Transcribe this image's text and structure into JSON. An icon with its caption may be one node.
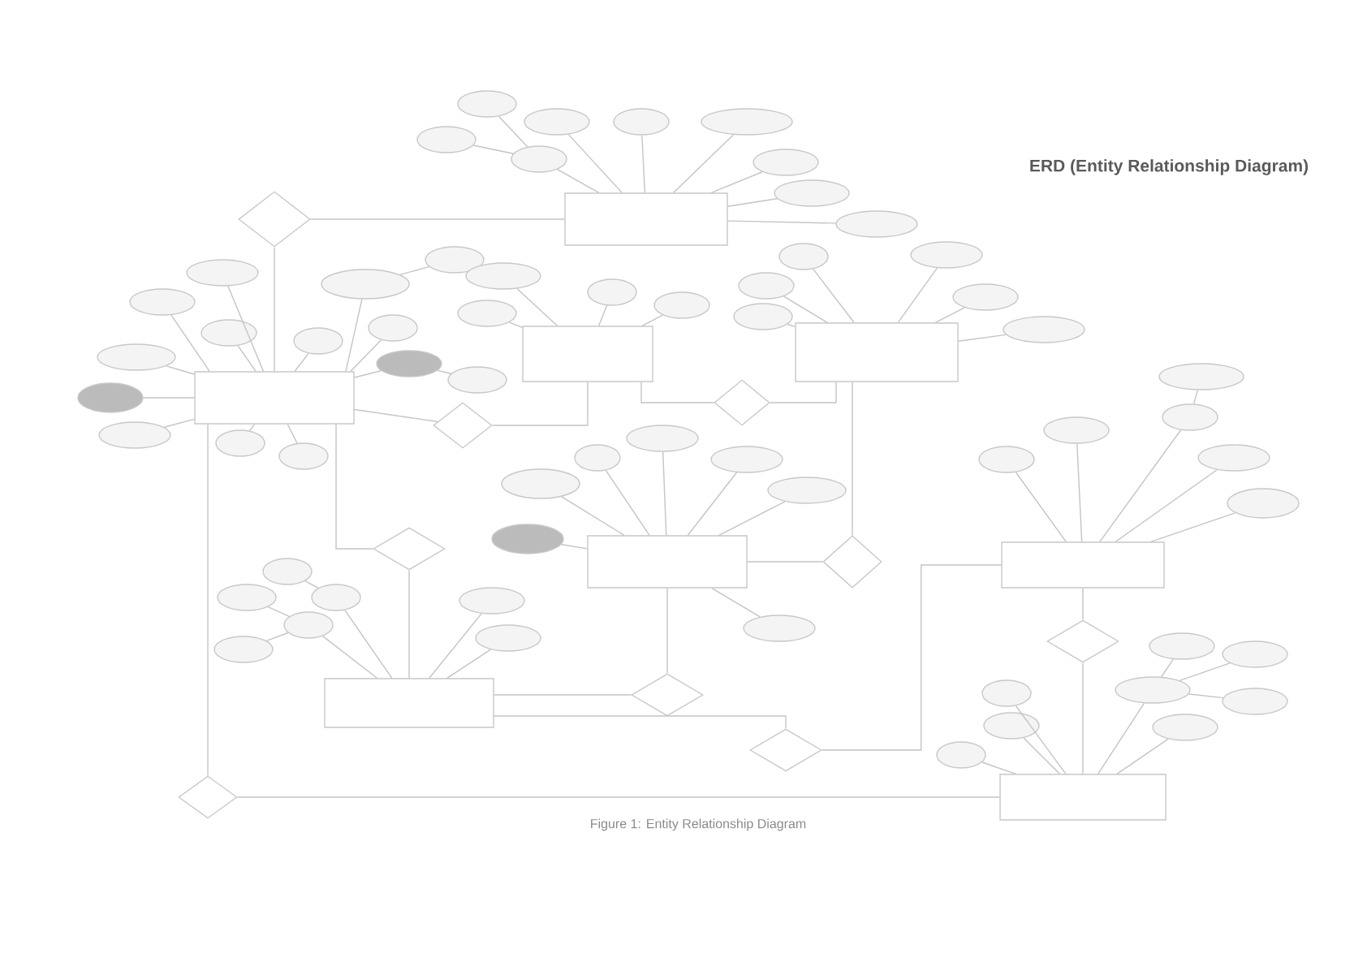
{
  "diagram": {
    "title": "ERD (Entity Relationship Diagram)",
    "caption": "Figure 1: Entity Relationship Diagram",
    "nodes": [
      {
        "text": [],
        "shape": "box"
      },
      {
        "text": [],
        "shape": "box"
      },
      {
        "text": [],
        "shape": "box"
      },
      {
        "text": [],
        "shape": "box"
      },
      {
        "text": [],
        "shape": "box"
      },
      {
        "text": [],
        "shape": "box"
      },
      {
        "text": [],
        "shape": "box"
      },
      {
        "text": [],
        "shape": "box"
      },
      {
        "text": [],
        "shape": "diamond"
      },
      {
        "text": [],
        "shape": "diamond"
      },
      {
        "text": [],
        "shape": "diamond"
      },
      {
        "text": [],
        "shape": "diamond"
      },
      {
        "text": [],
        "shape": "diamond"
      },
      {
        "text": [],
        "shape": "diamond"
      },
      {
        "text": [],
        "shape": "diamond"
      },
      {
        "text": [],
        "shape": "diamond"
      },
      {
        "text": [],
        "shape": "diamond"
      },
      {
        "text": [],
        "shape": "ellipse"
      },
      {
        "text": [],
        "shape": "ellipse"
      },
      {
        "text": [],
        "shape": "ellipse"
      },
      {
        "text": [],
        "shape": "ellipse"
      },
      {
        "text": [],
        "shape": "ellipse"
      },
      {
        "text": [],
        "shape": "ellipse"
      },
      {
        "text": [],
        "shape": "ellipse"
      },
      {
        "text": [],
        "shape": "ellipse"
      },
      {
        "text": [],
        "shape": "ellipse"
      },
      {
        "text": [],
        "shape": "ellipse"
      },
      {
        "text": [],
        "shape": "ellipse"
      },
      {
        "text": [],
        "shape": "ellipse"
      },
      {
        "text": [],
        "shape": "ellipse"
      },
      {
        "text": [],
        "shape": "ellipse"
      },
      {
        "text": [],
        "shape": "ellipse"
      },
      {
        "text": [],
        "shape": "ellipse"
      },
      {
        "text": [],
        "shape": "ellipse"
      },
      {
        "text": [],
        "shape": "ellipse"
      },
      {
        "text": [],
        "shape": "ellipse"
      },
      {
        "text": [],
        "shape": "ellipse"
      },
      {
        "text": [],
        "shape": "ellipse"
      },
      {
        "text": [],
        "shape": "ellipse"
      },
      {
        "text": [],
        "shape": "ellipse"
      },
      {
        "text": [],
        "shape": "ellipse"
      },
      {
        "text": [],
        "shape": "ellipse"
      },
      {
        "text": [],
        "shape": "ellipse"
      },
      {
        "text": [],
        "shape": "ellipse"
      },
      {
        "text": [],
        "shape": "ellipse"
      },
      {
        "text": [],
        "shape": "ellipse"
      },
      {
        "text": [],
        "shape": "ellipse"
      },
      {
        "text": [],
        "shape": "ellipse"
      },
      {
        "text": [],
        "shape": "ellipse"
      },
      {
        "text": [],
        "shape": "ellipse"
      },
      {
        "text": [],
        "shape": "ellipse"
      },
      {
        "text": [],
        "shape": "ellipse"
      },
      {
        "text": [],
        "shape": "ellipse"
      },
      {
        "text": [],
        "shape": "ellipse"
      },
      {
        "text": [],
        "shape": "ellipse"
      },
      {
        "text": [],
        "shape": "ellipse"
      },
      {
        "text": [],
        "shape": "ellipse"
      },
      {
        "text": [],
        "shape": "ellipse"
      },
      {
        "text": [],
        "shape": "ellipse"
      },
      {
        "text": [],
        "shape": "ellipse"
      },
      {
        "text": [],
        "shape": "ellipse"
      },
      {
        "text": [],
        "shape": "ellipse"
      },
      {
        "text": [],
        "shape": "ellipse"
      },
      {
        "text": [],
        "shape": "ellipse"
      },
      {
        "text": [],
        "shape": "ellipse"
      },
      {
        "text": [],
        "shape": "ellipse"
      },
      {
        "text": [],
        "shape": "ellipse"
      },
      {
        "text": [],
        "shape": "ellipse"
      },
      {
        "text": [],
        "shape": "ellipse"
      },
      {
        "text": [],
        "shape": "ellipse"
      },
      {
        "text": [],
        "shape": "ellipse"
      },
      {
        "text": [],
        "shape": "ellipse"
      },
      {
        "text": [],
        "shape": "ellipse"
      },
      {
        "text": [],
        "shape": "ellipse"
      },
      {
        "text": [],
        "shape": "ellipse"
      },
      {
        "text": [],
        "shape": "ellipse"
      },
      {
        "text": [],
        "shape": "ellipse"
      },
      {
        "text": [],
        "shape": "ellipse"
      }
    ],
    "edges": [
      {
        "from": 8,
        "to": 0,
        "arrow": "none"
      },
      {
        "from": 8,
        "to": 1,
        "arrow": "none"
      },
      {
        "from": 1,
        "to": 9,
        "arrow": "none"
      },
      {
        "from": 9,
        "to": 2,
        "arrow": "none"
      },
      {
        "from": 2,
        "to": 10,
        "arrow": "none"
      },
      {
        "from": 10,
        "to": 3,
        "arrow": "none"
      },
      {
        "from": 4,
        "to": 11,
        "arrow": "none"
      },
      {
        "from": 11,
        "to": 3,
        "arrow": "none"
      },
      {
        "from": 1,
        "to": 12,
        "arrow": "none"
      },
      {
        "from": 12,
        "to": 6,
        "arrow": "none"
      },
      {
        "from": 4,
        "to": 13,
        "arrow": "none"
      },
      {
        "from": 13,
        "to": 6,
        "arrow": "none"
      },
      {
        "from": 6,
        "to": 14,
        "arrow": "none"
      },
      {
        "from": 14,
        "to": 5,
        "arrow": "none"
      },
      {
        "from": 1,
        "to": 15,
        "arrow": "none"
      },
      {
        "from": 15,
        "to": 7,
        "arrow": "none"
      },
      {
        "from": 5,
        "to": 16,
        "arrow": "none"
      },
      {
        "from": 16,
        "to": 7,
        "arrow": "none"
      },
      {
        "from": 17,
        "to": 0,
        "arrow": "none"
      },
      {
        "from": 18,
        "to": 0,
        "arrow": "none"
      },
      {
        "from": 19,
        "to": 0,
        "arrow": "none"
      },
      {
        "from": 20,
        "to": 0,
        "arrow": "none"
      },
      {
        "from": 21,
        "to": 0,
        "arrow": "none"
      },
      {
        "from": 22,
        "to": 0,
        "arrow": "none"
      },
      {
        "from": 23,
        "to": 0,
        "arrow": "none"
      },
      {
        "from": 24,
        "to": 23,
        "arrow": "none"
      },
      {
        "from": 25,
        "to": 23,
        "arrow": "none"
      },
      {
        "from": 26,
        "to": 1,
        "arrow": "none"
      },
      {
        "from": 27,
        "to": 1,
        "arrow": "none"
      },
      {
        "from": 28,
        "to": 1,
        "arrow": "none"
      },
      {
        "from": 29,
        "to": 1,
        "arrow": "none"
      },
      {
        "from": 30,
        "to": 1,
        "arrow": "none"
      },
      {
        "from": 31,
        "to": 1,
        "arrow": "none"
      },
      {
        "from": 32,
        "to": 1,
        "arrow": "none"
      },
      {
        "from": 33,
        "to": 1,
        "arrow": "none"
      },
      {
        "from": 34,
        "to": 1,
        "arrow": "none"
      },
      {
        "from": 35,
        "to": 1,
        "arrow": "none"
      },
      {
        "from": 36,
        "to": 1,
        "arrow": "none"
      },
      {
        "from": 37,
        "to": 34,
        "arrow": "none"
      },
      {
        "from": 38,
        "to": 1,
        "arrow": "none"
      },
      {
        "from": 39,
        "to": 38,
        "arrow": "none"
      },
      {
        "from": 40,
        "to": 2,
        "arrow": "none"
      },
      {
        "from": 41,
        "to": 2,
        "arrow": "none"
      },
      {
        "from": 42,
        "to": 2,
        "arrow": "none"
      },
      {
        "from": 43,
        "to": 2,
        "arrow": "none"
      },
      {
        "from": 44,
        "to": 3,
        "arrow": "none"
      },
      {
        "from": 45,
        "to": 3,
        "arrow": "none"
      },
      {
        "from": 46,
        "to": 3,
        "arrow": "none"
      },
      {
        "from": 47,
        "to": 3,
        "arrow": "none"
      },
      {
        "from": 48,
        "to": 3,
        "arrow": "none"
      },
      {
        "from": 49,
        "to": 3,
        "arrow": "none"
      },
      {
        "from": 50,
        "to": 4,
        "arrow": "none"
      },
      {
        "from": 51,
        "to": 4,
        "arrow": "none"
      },
      {
        "from": 52,
        "to": 4,
        "arrow": "none"
      },
      {
        "from": 53,
        "to": 4,
        "arrow": "none"
      },
      {
        "from": 54,
        "to": 4,
        "arrow": "none"
      },
      {
        "from": 55,
        "to": 4,
        "arrow": "none"
      },
      {
        "from": 56,
        "to": 4,
        "arrow": "none"
      },
      {
        "from": 57,
        "to": 5,
        "arrow": "none"
      },
      {
        "from": 58,
        "to": 5,
        "arrow": "none"
      },
      {
        "from": 59,
        "to": 5,
        "arrow": "none"
      },
      {
        "from": 60,
        "to": 59,
        "arrow": "none"
      },
      {
        "from": 61,
        "to": 5,
        "arrow": "none"
      },
      {
        "from": 62,
        "to": 5,
        "arrow": "none"
      },
      {
        "from": 63,
        "to": 6,
        "arrow": "none"
      },
      {
        "from": 64,
        "to": 6,
        "arrow": "none"
      },
      {
        "from": 65,
        "to": 63,
        "arrow": "none"
      },
      {
        "from": 66,
        "to": 64,
        "arrow": "none"
      },
      {
        "from": 67,
        "to": 64,
        "arrow": "none"
      },
      {
        "from": 68,
        "to": 6,
        "arrow": "none"
      },
      {
        "from": 69,
        "to": 6,
        "arrow": "none"
      },
      {
        "from": 70,
        "to": 7,
        "arrow": "none"
      },
      {
        "from": 71,
        "to": 7,
        "arrow": "none"
      },
      {
        "from": 72,
        "to": 7,
        "arrow": "none"
      },
      {
        "from": 73,
        "to": 7,
        "arrow": "none"
      },
      {
        "from": 74,
        "to": 73,
        "arrow": "none"
      },
      {
        "from": 75,
        "to": 73,
        "arrow": "none"
      },
      {
        "from": 76,
        "to": 73,
        "arrow": "none"
      },
      {
        "from": 77,
        "to": 7,
        "arrow": "none"
      }
    ]
  }
}
